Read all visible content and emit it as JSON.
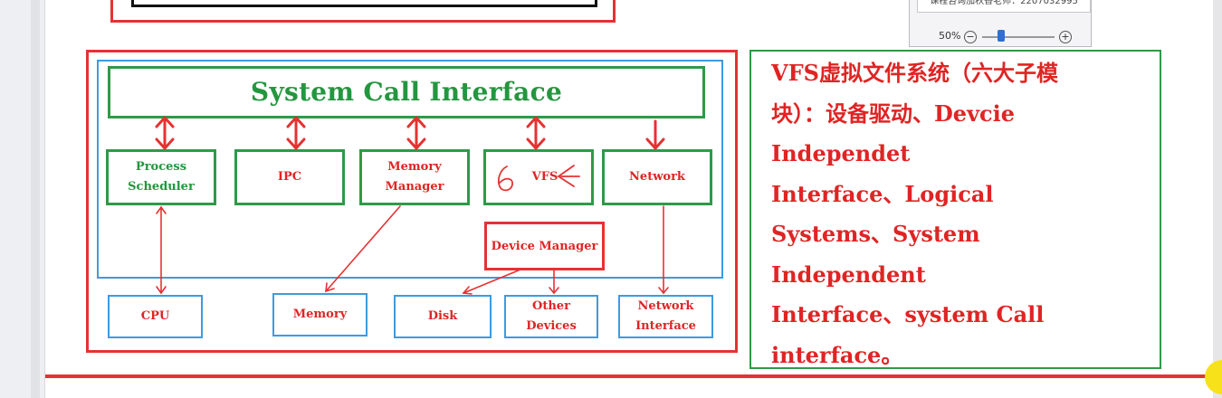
{
  "viewer": {
    "zoom_label": "50%",
    "zoom_out_icon": "minus-circle-icon",
    "zoom_in_icon": "plus-circle-icon",
    "top_text": "课程咨询加秋香老师：2207032995"
  },
  "diagram": {
    "system_call_interface": "System Call Interface",
    "subsystems": [
      {
        "line1": "Process",
        "line2": "Scheduler"
      },
      {
        "line1": "IPC",
        "line2": ""
      },
      {
        "line1": "Memory",
        "line2": "Manager"
      },
      {
        "line1": "VFS",
        "line2": ""
      },
      {
        "line1": "Network",
        "line2": ""
      }
    ],
    "annotation_number": "6",
    "device_manager": "Device Manager",
    "hardware": [
      {
        "line1": "CPU",
        "line2": ""
      },
      {
        "line1": "Memory",
        "line2": ""
      },
      {
        "line1": "Disk",
        "line2": ""
      },
      {
        "line1": "Other",
        "line2": "Devices"
      },
      {
        "line1": "Network",
        "line2": "Interface"
      }
    ],
    "colors": {
      "red": "#e53232",
      "green": "#2e9a48",
      "blue": "#3c9be0"
    }
  },
  "note": {
    "lines": [
      "VFS虚拟文件系统（六大子模",
      "块）：设备驱动、Devcie",
      "Independet",
      "Interface、Logical",
      "Systems、System",
      "Independent",
      "Interface、system Call",
      "interface。"
    ]
  }
}
